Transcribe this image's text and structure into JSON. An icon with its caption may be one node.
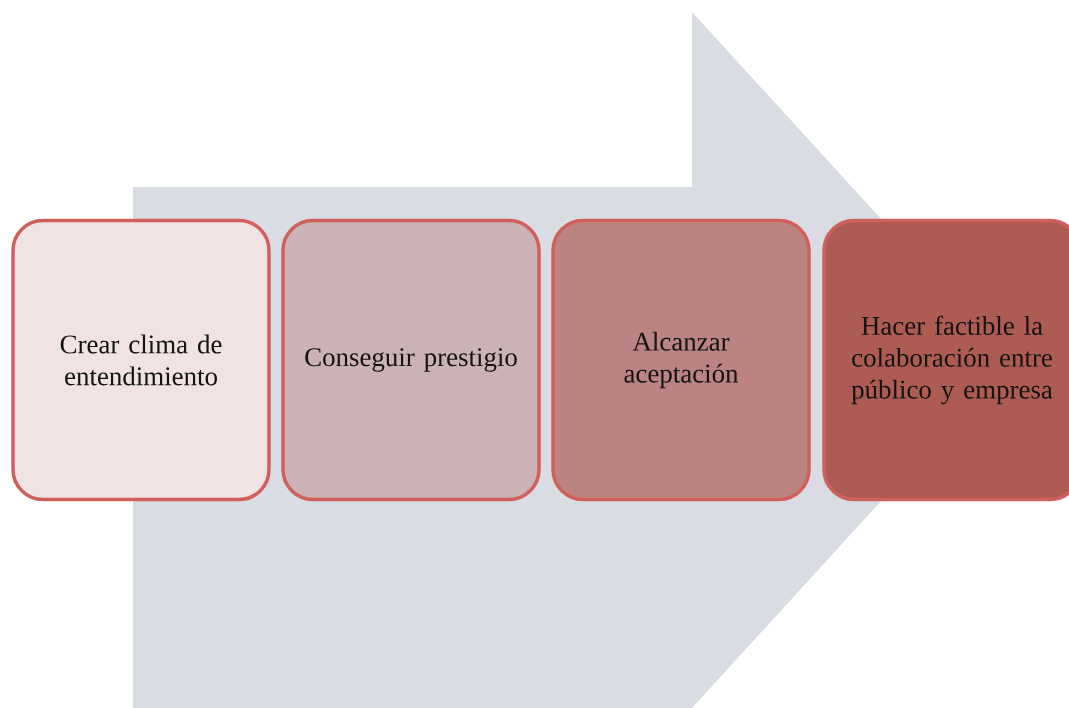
{
  "diagram": {
    "nodes": [
      {
        "text": [
          "Crear clima de entendimiento"
        ]
      },
      {
        "text": [
          "Conseguir prestigio"
        ]
      },
      {
        "text": [
          "Alcanzar aceptación"
        ]
      },
      {
        "text": [
          "Hacer factible la colaboración entre público y empresa"
        ]
      }
    ]
  }
}
